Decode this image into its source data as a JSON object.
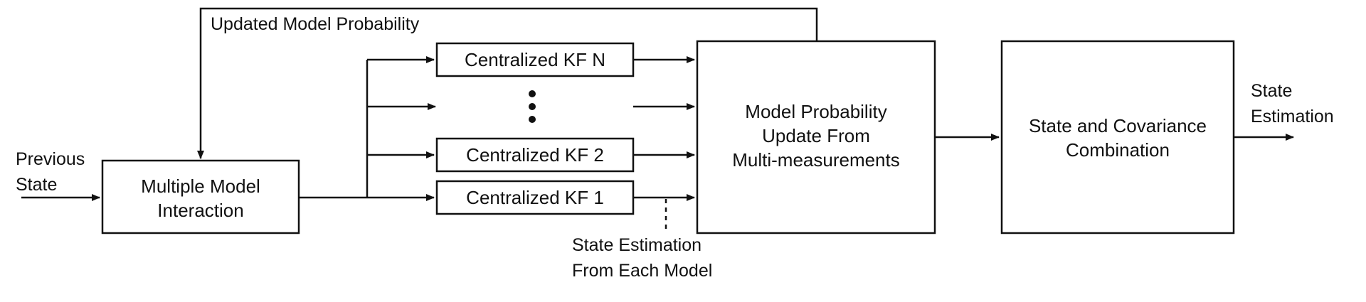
{
  "title": "",
  "labels": {
    "feedback": "Updated Model Probability",
    "input_line1": "Previous",
    "input_line2": "State",
    "output_line1": "State",
    "output_line2": "Estimation",
    "estimation_line1": "State Estimation",
    "estimation_line2": "From Each Model"
  },
  "blocks": {
    "interaction": {
      "line1": "Multiple Model",
      "line2": "Interaction"
    },
    "kf_n": "Centralized KF N",
    "kf_2": "Centralized KF 2",
    "kf_1": "Centralized KF 1",
    "update": {
      "line1": "Model Probability",
      "line2": "Update From",
      "line3": "Multi-measurements"
    },
    "combination": {
      "line1": "State and Covariance",
      "line2": "Combination"
    }
  }
}
